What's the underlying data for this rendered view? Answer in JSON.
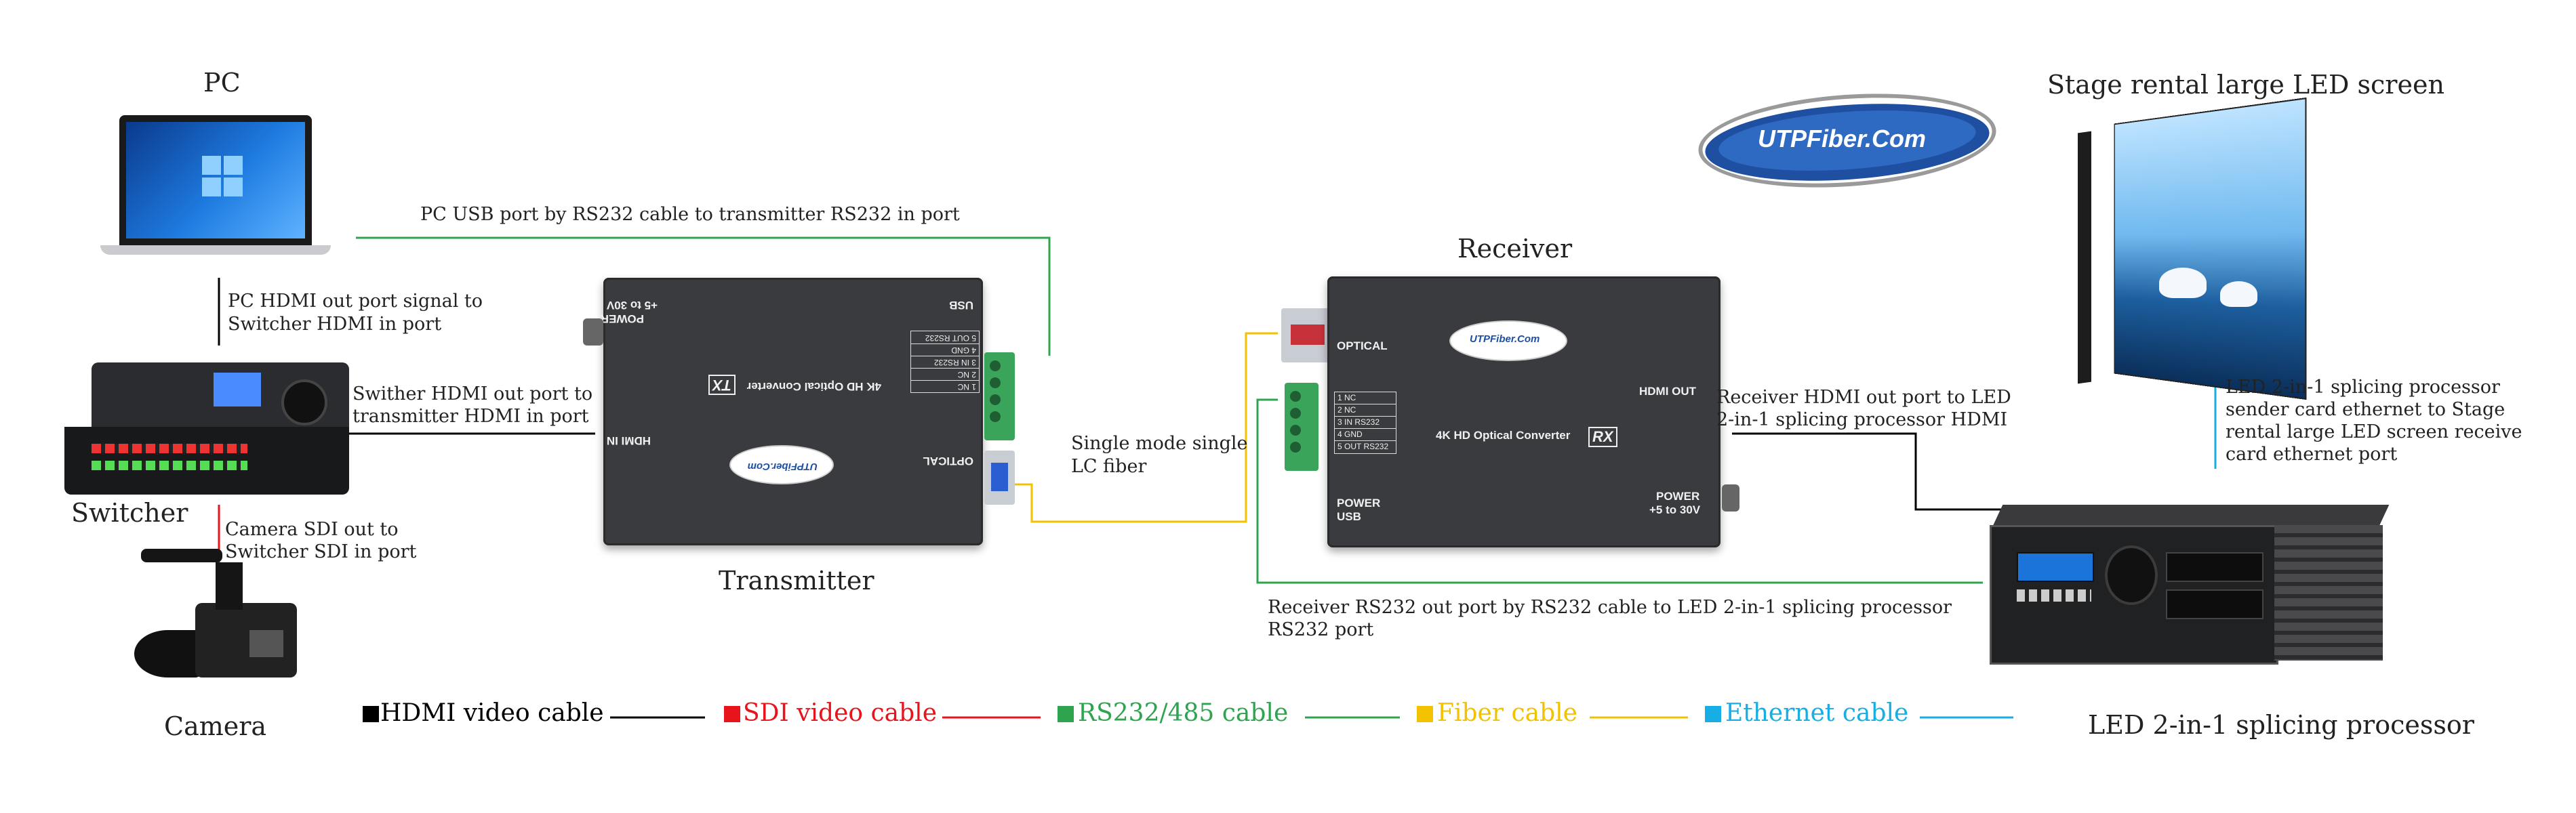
{
  "titles": {
    "pc": "PC",
    "switcher": "Switcher",
    "camera": "Camera",
    "transmitter": "Transmitter",
    "receiver": "Receiver",
    "stage_screen": "Stage rental large LED screen",
    "processor": "LED 2-in-1 splicing processor"
  },
  "logo": "UTPFiber.Com",
  "annotations": {
    "pc_usb": "PC USB port by RS232 cable to transmitter RS232 in port",
    "pc_hdmi": [
      "PC HDMI out port signal to",
      "Switcher HDMI in port"
    ],
    "switcher_hdmi": [
      "Swither HDMI out port to",
      "transmitter HDMI in port"
    ],
    "camera_sdi": [
      "Camera SDI out to",
      "Switcher SDI in port"
    ],
    "fiber": [
      "Single mode single",
      "LC fiber"
    ],
    "receiver_hdmi": [
      "Receiver HDMI out port to  LED",
      "2-in-1 splicing processor HDMI"
    ],
    "receiver_rs232": [
      "Receiver RS232 out port by RS232 cable to  LED 2-in-1 splicing processor",
      "RS232 port"
    ],
    "processor_ethernet": [
      "LED 2-in-1 splicing processor",
      "sender card ethernet to Stage",
      "rental large LED screen receive",
      "card ethernet port"
    ]
  },
  "transmitter": {
    "power": "POWER",
    "power_voltage": "+5 to 30V",
    "usb": "USB",
    "hdmi_in": "HDMI IN",
    "optical": "OPTICAL",
    "model": "4K HD Optical Converter",
    "tag": "TX",
    "logo": "UTPFiber.Com",
    "pins": [
      "1 NC",
      "2 NC",
      "3 IN RS232",
      "4 GND",
      "5 OUT RS232"
    ]
  },
  "receiver": {
    "optical": "OPTICAL",
    "hdmi_out": "HDMI OUT",
    "power": "POWER",
    "power_voltage": "+5 to 30V",
    "usb": "USB",
    "model": "4K HD Optical Converter",
    "tag": "RX",
    "logo": "UTPFiber.Com",
    "pins": [
      "1 NC",
      "2 NC",
      "3 IN RS232",
      "4 GND",
      "5 OUT RS232"
    ]
  },
  "legend": [
    {
      "label": "HDMI video cable",
      "color": "#000000"
    },
    {
      "label": "SDI video cable",
      "color": "#e8141b"
    },
    {
      "label": "RS232/485 cable",
      "color": "#2ea44f"
    },
    {
      "label": "Fiber cable",
      "color": "#f2c100"
    },
    {
      "label": "Ethernet cable",
      "color": "#16aee5"
    }
  ],
  "colors": {
    "hdmi": "#000000",
    "sdi": "#e8141b",
    "rs232": "#2ea44f",
    "fiber": "#f2c100",
    "ethernet": "#16aee5",
    "logo_blue": "#1f4fa0"
  }
}
